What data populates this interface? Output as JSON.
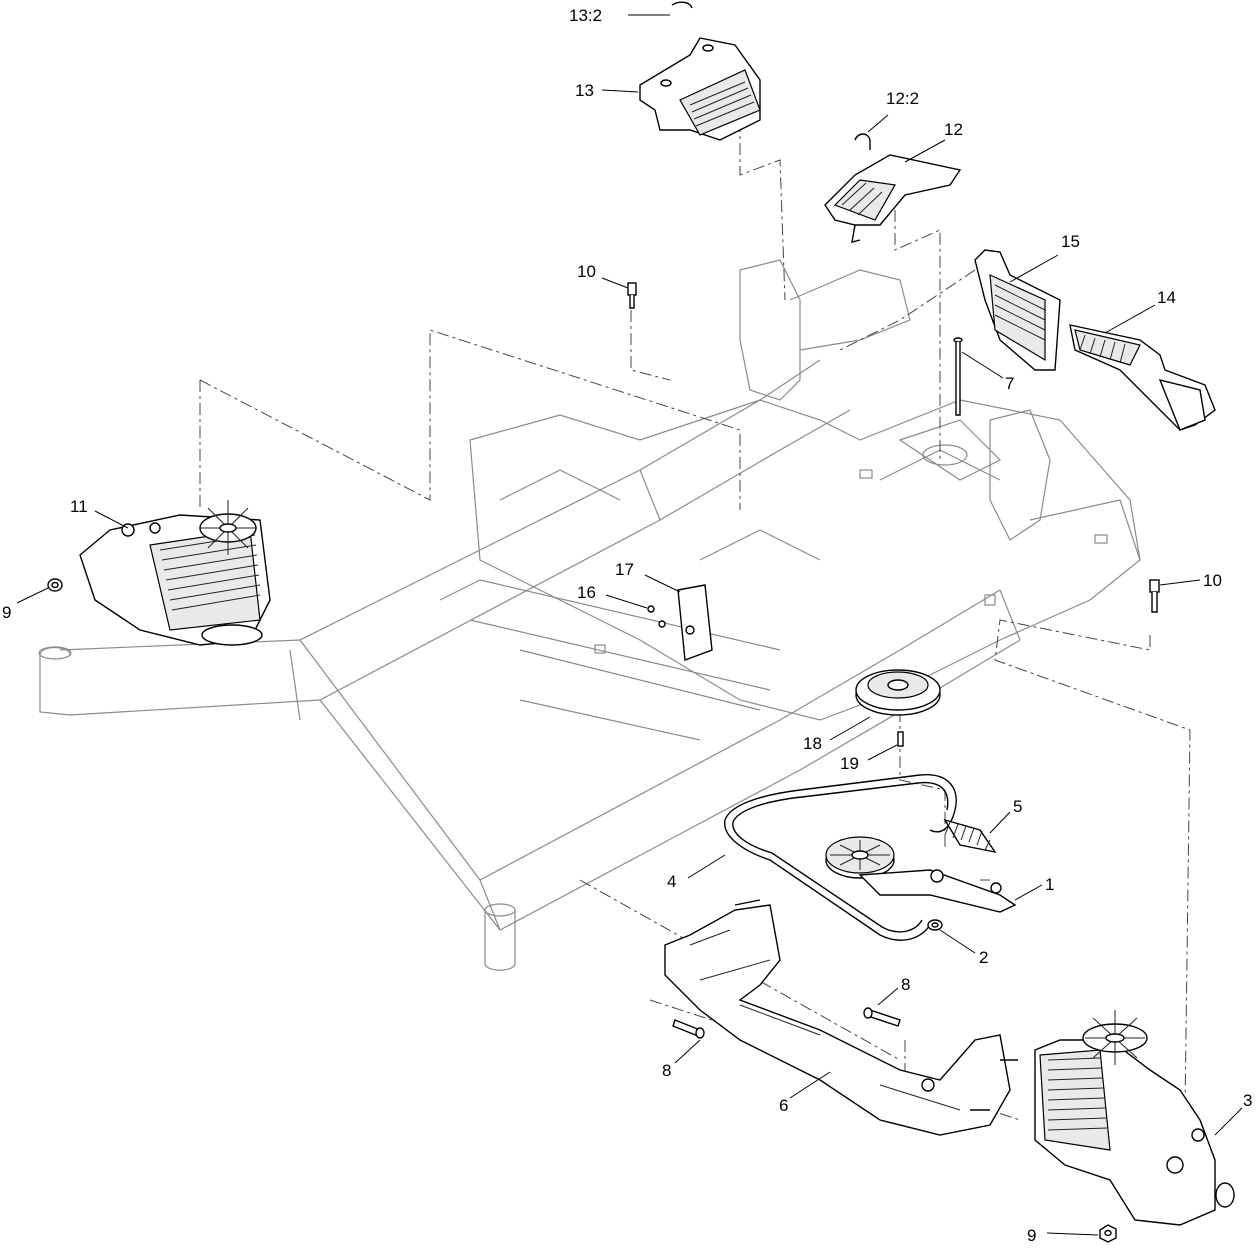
{
  "callouts": [
    {
      "id": "c-13-2",
      "text": "13:2"
    },
    {
      "id": "c-13",
      "text": "13"
    },
    {
      "id": "c-12-2",
      "text": "12:2"
    },
    {
      "id": "c-12",
      "text": "12"
    },
    {
      "id": "c-15",
      "text": "15"
    },
    {
      "id": "c-14",
      "text": "14"
    },
    {
      "id": "c-10a",
      "text": "10"
    },
    {
      "id": "c-7",
      "text": "7"
    },
    {
      "id": "c-11",
      "text": "11"
    },
    {
      "id": "c-9a",
      "text": "9"
    },
    {
      "id": "c-17",
      "text": "17"
    },
    {
      "id": "c-16",
      "text": "16"
    },
    {
      "id": "c-10b",
      "text": "10"
    },
    {
      "id": "c-18",
      "text": "18"
    },
    {
      "id": "c-19",
      "text": "19"
    },
    {
      "id": "c-5",
      "text": "5"
    },
    {
      "id": "c-4",
      "text": "4"
    },
    {
      "id": "c-1",
      "text": "1"
    },
    {
      "id": "c-2",
      "text": "2"
    },
    {
      "id": "c-8a",
      "text": "8"
    },
    {
      "id": "c-8b",
      "text": "8"
    },
    {
      "id": "c-6",
      "text": "6"
    },
    {
      "id": "c-3",
      "text": "3"
    },
    {
      "id": "c-9b",
      "text": "9"
    }
  ]
}
